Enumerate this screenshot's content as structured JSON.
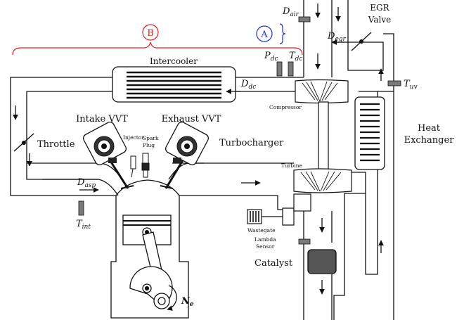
{
  "colors": {
    "line": "#111111",
    "marker_b": "#e02020",
    "marker_a": "#2030d0",
    "sensor": "#7a7a7a",
    "catalyst": "#555555"
  },
  "labels": {
    "intercooler": "Intercooler",
    "intake_vvt": "Intake VVT",
    "exhaust_vvt": "Exhaust VVT",
    "throttle": "Throttle",
    "injector": "Injector",
    "spark_1": "Spark",
    "spark_2": "Plug",
    "turbocharger": "Turbocharger",
    "compressor": "Compressor",
    "turbine": "Turbine",
    "wastegate": "Wastegate",
    "lambda_1": "Lambda",
    "lambda_2": "Sensor",
    "catalyst": "Catalyst",
    "egr_1": "EGR",
    "egr_2": "Valve",
    "heat_1": "Heat",
    "heat_2": "Exchanger"
  },
  "markers": {
    "a": "A",
    "b": "B"
  },
  "symbols": {
    "d_air": {
      "base": "D",
      "sub": "air"
    },
    "d_egr": {
      "base": "D",
      "sub": "egr"
    },
    "p_dc": {
      "base": "P",
      "sub": "dc"
    },
    "t_dc": {
      "base": "T",
      "sub": "dc"
    },
    "d_dc": {
      "base": "D",
      "sub": "dc"
    },
    "t_uv": {
      "base": "T",
      "sub": "uv"
    },
    "d_asp": {
      "base": "D",
      "sub": "asp"
    },
    "t_int": {
      "base": "T",
      "sub": "int"
    },
    "n_e": {
      "base": "N",
      "sub": "e"
    }
  }
}
